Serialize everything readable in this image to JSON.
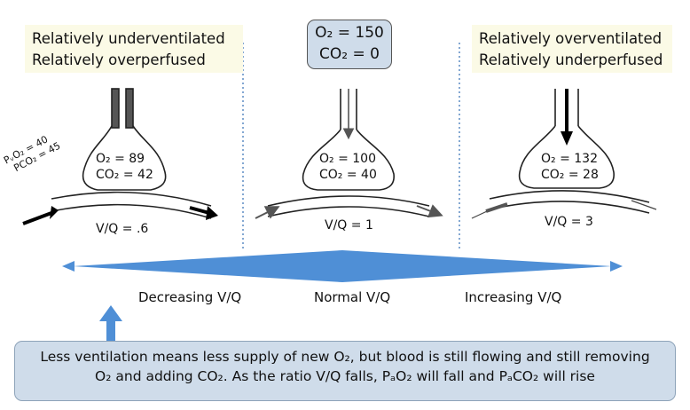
{
  "left_note": {
    "line1": "Relatively underventilated",
    "line2": "Relatively overperfused"
  },
  "right_note": {
    "line1": "Relatively overventilated",
    "line2": "Relatively underperfused"
  },
  "inspired": {
    "o2": "O₂ = 150",
    "co2": "CO₂ = 0"
  },
  "alveoli": {
    "left": {
      "o2": "O₂ = 89",
      "co2": "CO₂ = 42",
      "vq": "V/Q = .6"
    },
    "middle": {
      "o2": "O₂ = 100",
      "co2": "CO₂ = 40",
      "vq": "V/Q = 1"
    },
    "right": {
      "o2": "O₂ = 132",
      "co2": "CO₂ = 28",
      "vq": "V/Q = 3"
    }
  },
  "venous": {
    "po2": "PᵥO₂ = 40",
    "pco2": "PCO₂ = 45"
  },
  "axis": {
    "decreasing": "Decreasing V/Q",
    "normal": "Normal V/Q",
    "increasing": "Increasing V/Q"
  },
  "caption": {
    "line1": "Less ventilation means less supply of new O₂, but blood is still flowing and still removing",
    "line2": "O₂ and adding CO₂. As the ratio V/Q falls, PₐO₂ will fall and PₐCO₂ will rise"
  }
}
